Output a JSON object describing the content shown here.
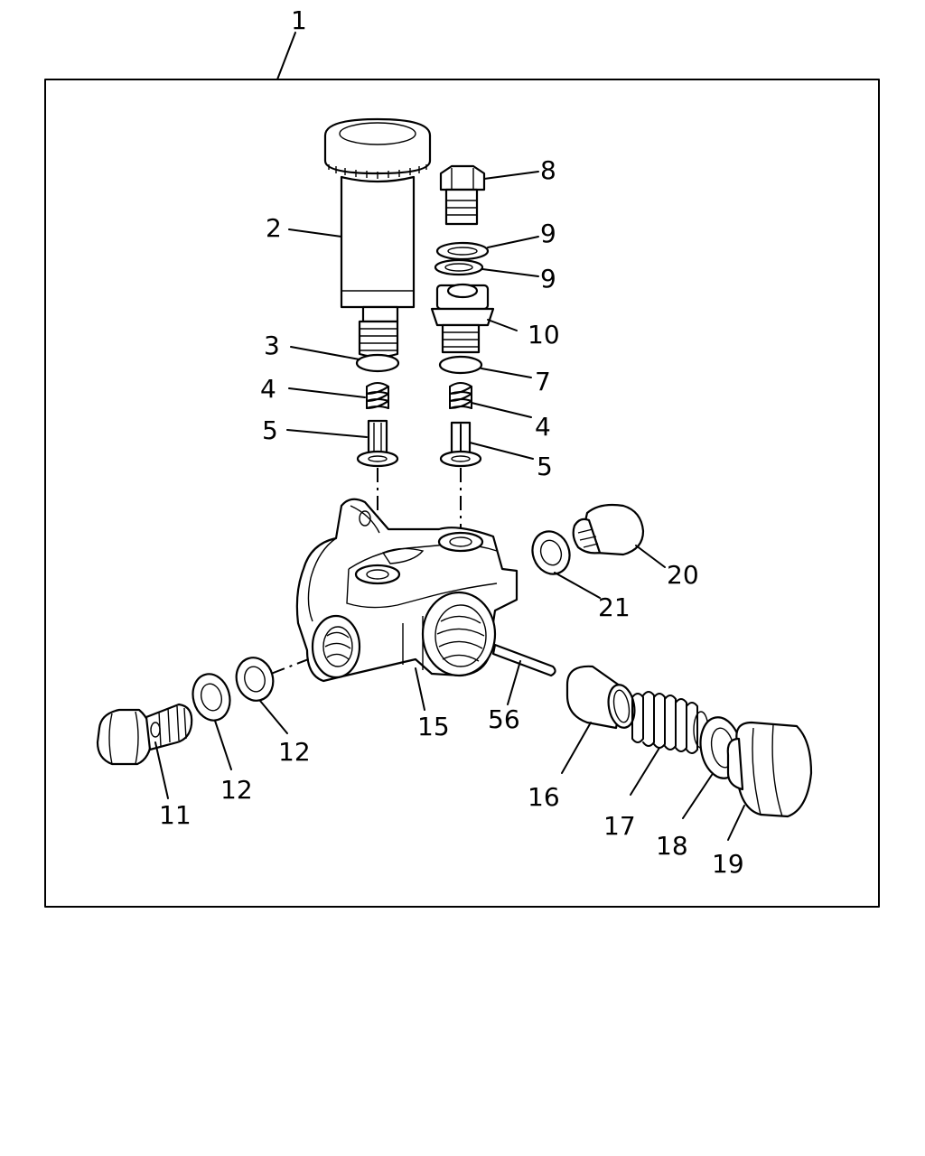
{
  "callouts": {
    "c1": "1",
    "c2": "2",
    "c3": "3",
    "c4a": "4",
    "c4b": "4",
    "c5a": "5",
    "c5b": "5",
    "c7": "7",
    "c8": "8",
    "c9a": "9",
    "c9b": "9",
    "c10": "10",
    "c11": "11",
    "c12a": "12",
    "c12b": "12",
    "c15": "15",
    "c16": "16",
    "c17": "17",
    "c18": "18",
    "c19": "19",
    "c20": "20",
    "c21": "21",
    "c56": "56"
  }
}
